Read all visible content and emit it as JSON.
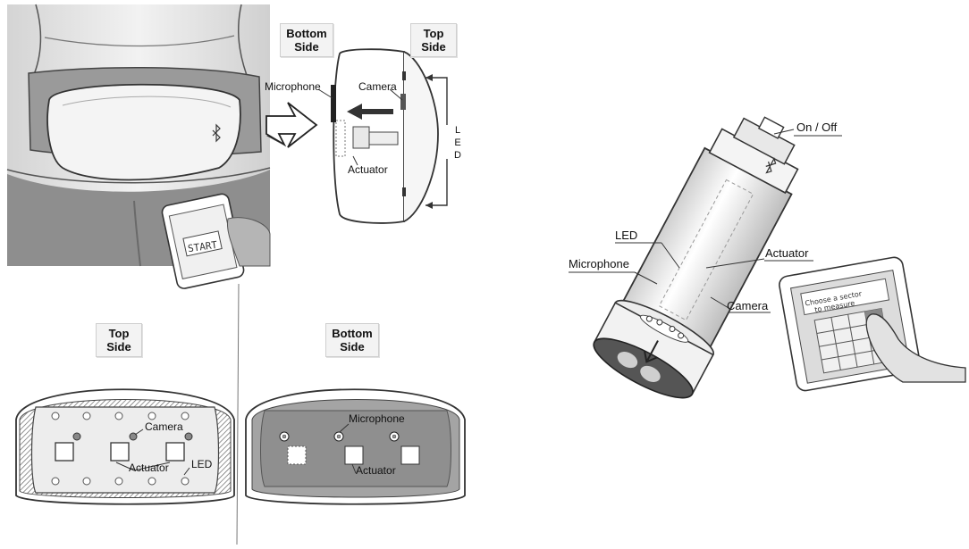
{
  "belt_scene": {
    "bottom_side": "Bottom\nSide",
    "top_side": "Top\nSide",
    "microphone": "Microphone",
    "camera": "Camera",
    "actuator": "Actuator",
    "led": "LED",
    "phone_button": "START"
  },
  "top_side_panel": {
    "title": "Top\nSide",
    "camera": "Camera",
    "actuator": "Actuator",
    "led": "LED"
  },
  "bottom_side_panel": {
    "title": "Bottom\nSide",
    "microphone": "Microphone",
    "actuator": "Actuator"
  },
  "handheld_device": {
    "on_off": "On / Off",
    "led": "LED",
    "microphone": "Microphone",
    "actuator": "Actuator",
    "camera": "Camera",
    "tablet_prompt": "Choose a sector to measure"
  }
}
